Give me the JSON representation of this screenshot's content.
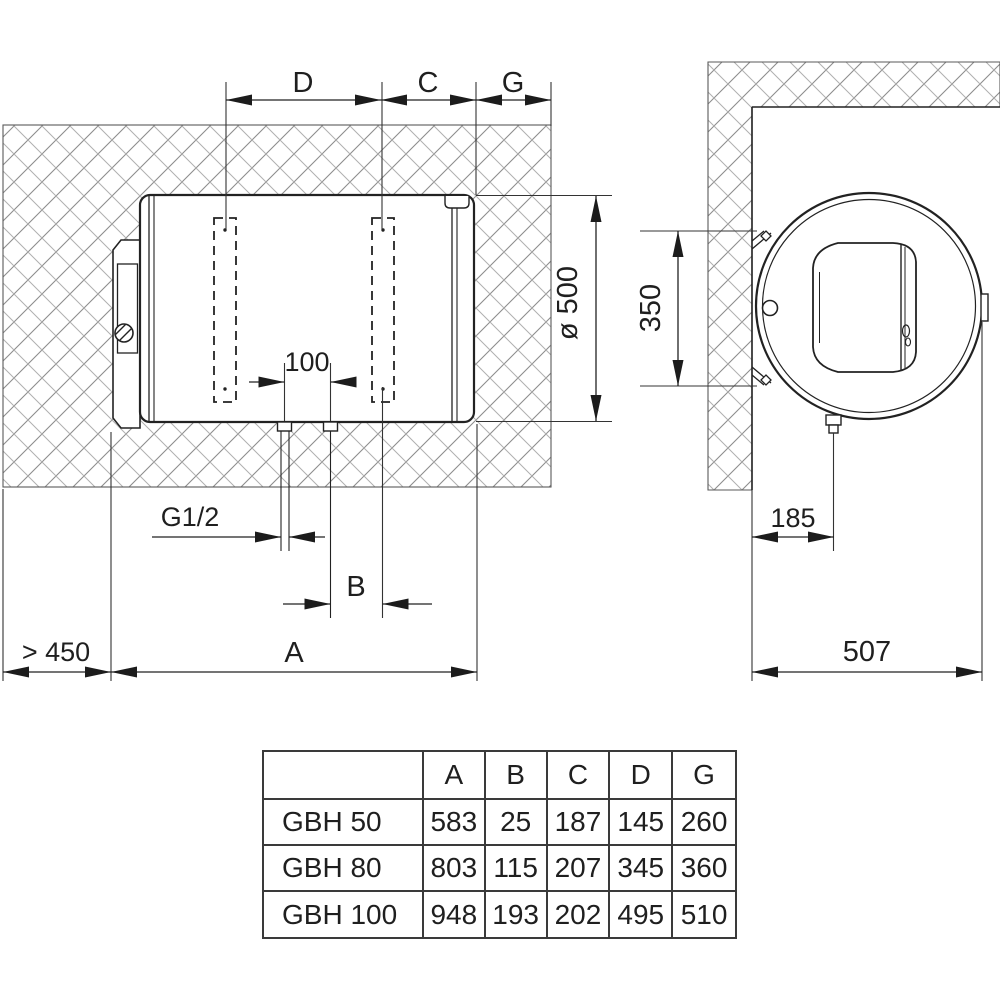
{
  "front_view": {
    "labels": {
      "d": "D",
      "c": "C",
      "g": "G",
      "diameter": "ø 500",
      "anchor_spacing": "100",
      "pipe_thread": "G1/2",
      "b": "B",
      "a": "A",
      "wall_clearance": "> 450"
    }
  },
  "side_view": {
    "labels": {
      "bracket_span": "350",
      "valve_offset": "185",
      "depth": "507"
    }
  },
  "table": {
    "columns": [
      "A",
      "B",
      "C",
      "D",
      "G"
    ],
    "rows": [
      {
        "model": "GBH 50",
        "a": "583",
        "b": "25",
        "c": "187",
        "d": "145",
        "g": "260"
      },
      {
        "model": "GBH 80",
        "a": "803",
        "b": "115",
        "c": "207",
        "d": "345",
        "g": "360"
      },
      {
        "model": "GBH 100",
        "a": "948",
        "b": "193",
        "c": "202",
        "d": "495",
        "g": "510"
      }
    ]
  },
  "colors": {
    "line": "#222222",
    "hatch": "#8d8d8d",
    "background": "#ffffff"
  }
}
